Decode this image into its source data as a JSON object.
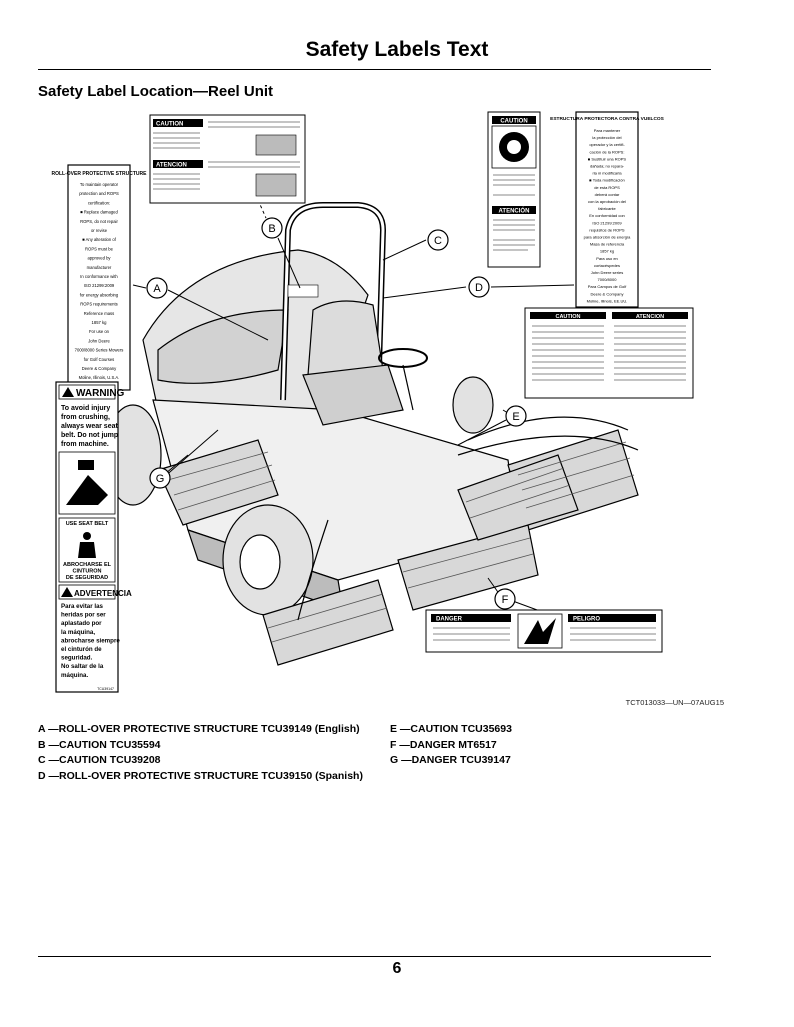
{
  "page": {
    "title": "Safety Labels Text",
    "section_title": "Safety Label Location—Reel Unit",
    "figure_id": "TCT013033—UN—07AUG15",
    "page_number": "6"
  },
  "callouts": [
    "A",
    "B",
    "C",
    "D",
    "E",
    "F",
    "G"
  ],
  "labels": {
    "rops_en": {
      "title": "ROLL-OVER PROTECTIVE STRUCTURE",
      "lines": [
        "To maintain operator",
        "protection and ROPS",
        "certification:",
        "■ Replace damaged",
        "ROPS, do not repair",
        "or revise",
        "■ Any alteration of",
        "ROPS must be",
        "approved by",
        "manufacturer",
        "In conformance with",
        "ISO 21299:2009",
        "for energy absorbing",
        "ROPS requirements",
        "Reference mass",
        "1857 kg",
        "For use on",
        "John Deere",
        "7000/8000 Series Mowers",
        "for Golf Courses",
        "Deere & Company",
        "Moline, Illinois, U.S.A."
      ]
    },
    "rops_es": {
      "title": "ESTRUCTURA PROTECTORA CONTRA VUELCOS",
      "lines": [
        "Para mantener",
        "la protección del",
        "operador y la certifi-",
        "cación de la ROPS:",
        "■ Sustituir una ROPS",
        "dañada; no repara-",
        "rla ni modificarla",
        "■ Toda modificación",
        "de esta ROPS",
        "deberá contar",
        "con la aprobación del",
        "fabricante",
        "En conformidad con",
        "ISO 21299:2009",
        "requisitos de ROPS",
        "para absorción de energía",
        "Masa de referencia",
        "1857 kg",
        "Para uso en",
        "cortacéspedes",
        "John Deere series",
        "7000/8000",
        "Para Campos de Golf",
        "Deere & Company",
        "Moline, Illinois, EE.UU."
      ]
    },
    "warning": {
      "header": "WARNING",
      "text": [
        "To avoid injury",
        "from crushing,",
        "always wear seat",
        "belt. Do not jump",
        "from machine."
      ],
      "seatbelt": "USE SEAT BELT",
      "seatbelt_es": [
        "ABROCHARSE EL",
        "CINTURON",
        "DE SEGURIDAD"
      ],
      "header_es": "ADVERTENCIA",
      "text_es": [
        "Para evitar las",
        "heridas por ser",
        "aplastado por",
        "la máquina,",
        "abrocharse siempre",
        "el cinturón de",
        "seguridad.",
        "No saltar de la",
        "máquina."
      ],
      "code": "TCU39147"
    },
    "caution_b": {
      "header": "CAUTION",
      "header_es": "ATENCION"
    },
    "caution_c": {
      "header": "CAUTION",
      "header_es": "ATENCIÓN"
    },
    "caution_e": {
      "header": "CAUTION",
      "header_es": "ATENCION"
    },
    "danger_f": {
      "header": "DANGER",
      "header_es": "PELIGRO"
    }
  },
  "legend_left": [
    "A —ROLL-OVER PROTECTIVE STRUCTURE TCU39149 (English)",
    "B —CAUTION TCU35594",
    "C —CAUTION TCU39208",
    "D —ROLL-OVER PROTECTIVE STRUCTURE TCU39150 (Spanish)"
  ],
  "legend_right": [
    "E —CAUTION TCU35693",
    "F —DANGER MT6517",
    "G —DANGER TCU39147"
  ],
  "colors": {
    "ink": "#000000",
    "paper": "#ffffff",
    "shade": "#c8c8c8"
  }
}
